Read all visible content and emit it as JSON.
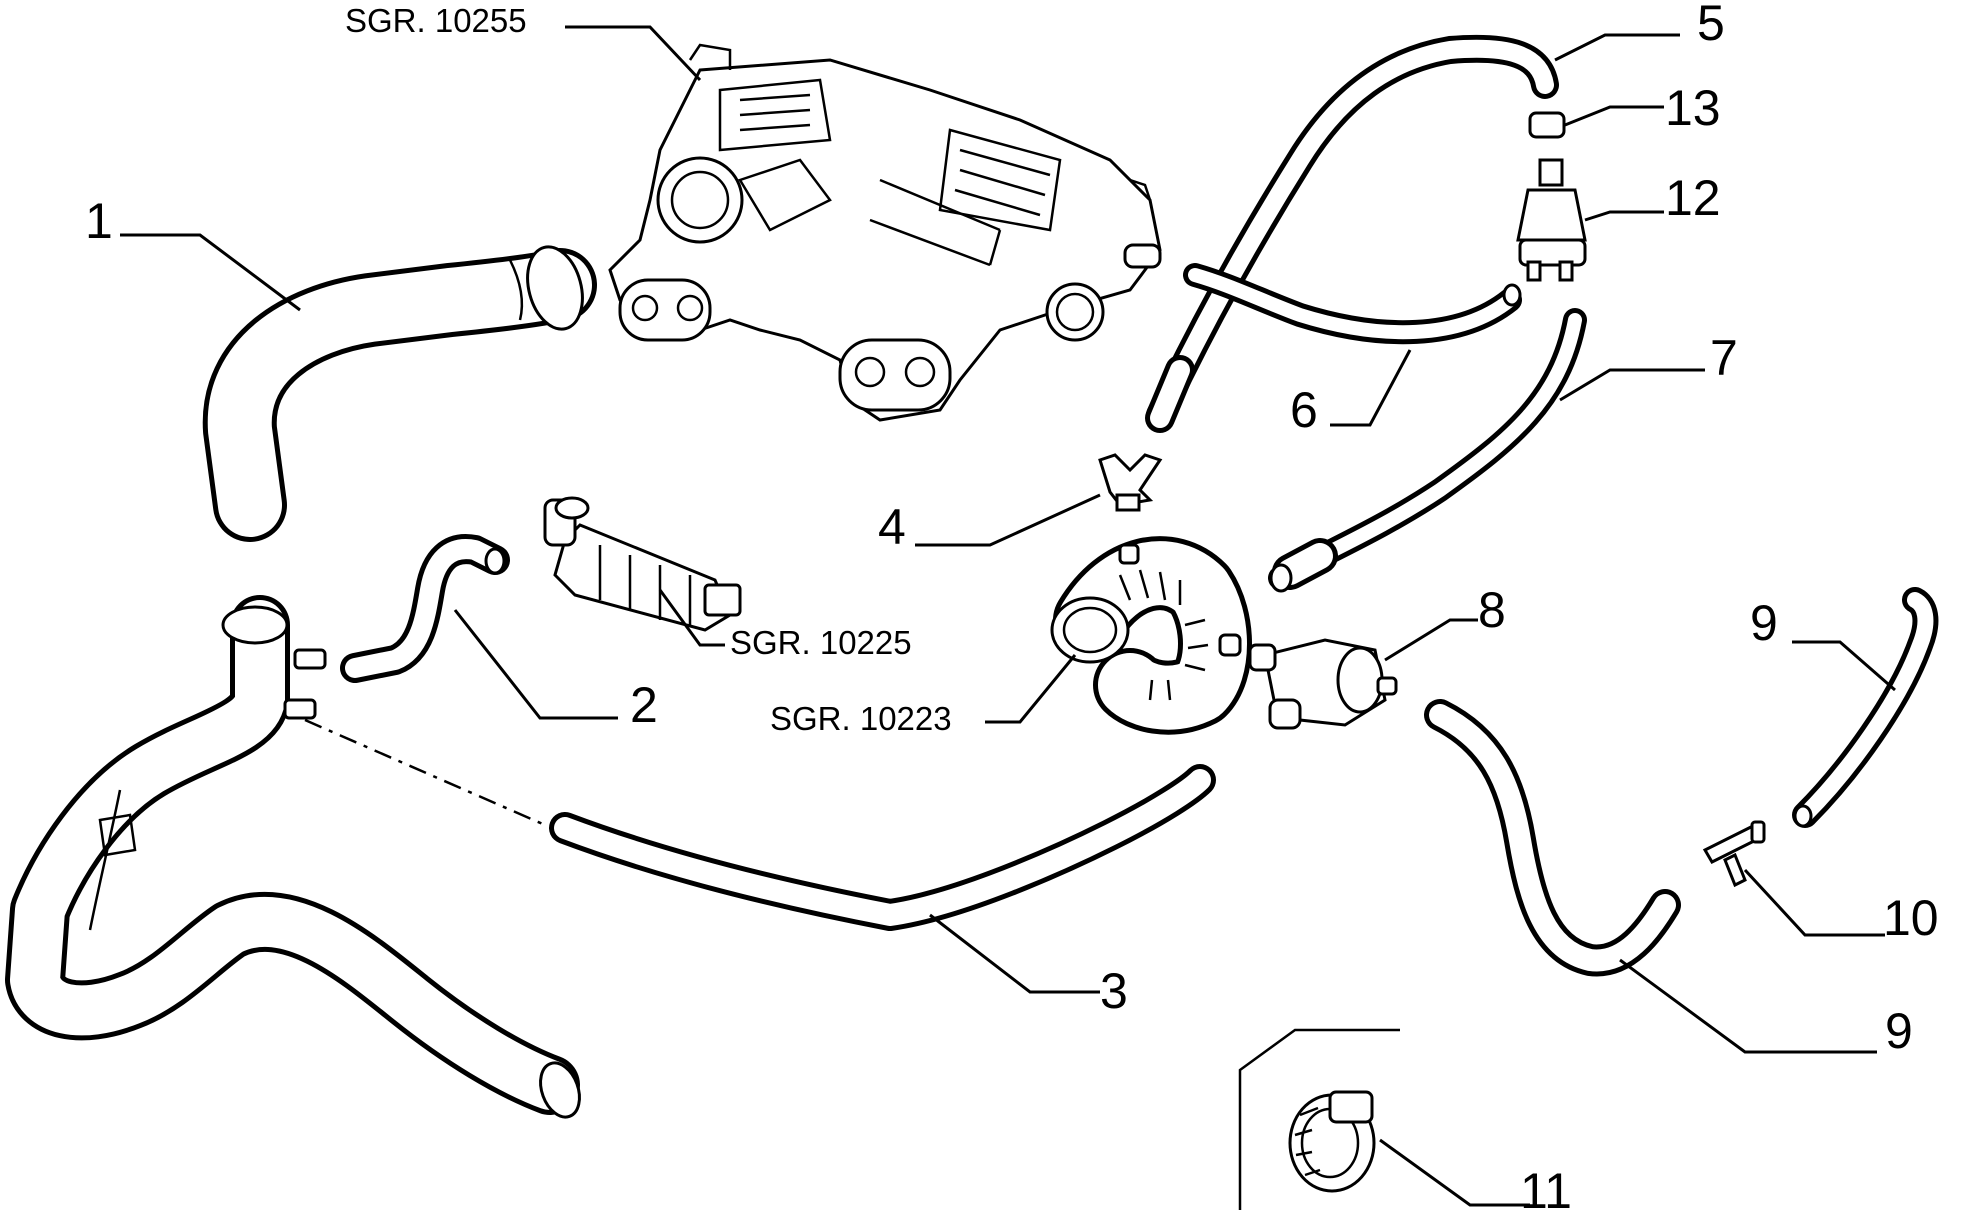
{
  "callouts": [
    {
      "id": "1",
      "text": "1"
    },
    {
      "id": "2",
      "text": "2"
    },
    {
      "id": "3",
      "text": "3"
    },
    {
      "id": "4",
      "text": "4"
    },
    {
      "id": "5",
      "text": "5"
    },
    {
      "id": "6",
      "text": "6"
    },
    {
      "id": "7",
      "text": "7"
    },
    {
      "id": "8",
      "text": "8"
    },
    {
      "id": "9a",
      "text": "9"
    },
    {
      "id": "9b",
      "text": "9"
    },
    {
      "id": "10",
      "text": "10"
    },
    {
      "id": "11",
      "text": "11"
    },
    {
      "id": "12",
      "text": "12"
    },
    {
      "id": "13",
      "text": "13"
    }
  ],
  "references": [
    {
      "id": "sgr-10255",
      "text": "SGR. 10255"
    },
    {
      "id": "sgr-10225",
      "text": "SGR. 10225"
    },
    {
      "id": "sgr-10223",
      "text": "SGR. 10223"
    }
  ]
}
